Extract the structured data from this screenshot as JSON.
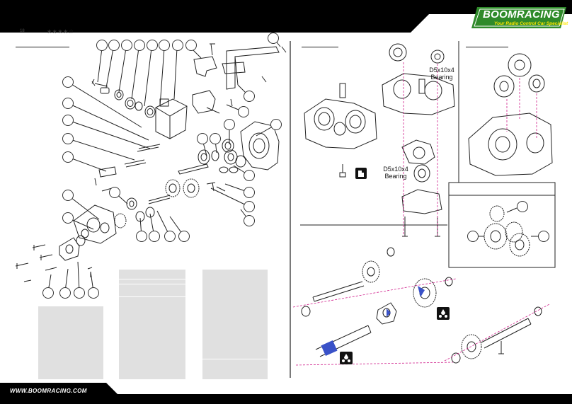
{
  "header": {
    "page_number": "18",
    "difficulty_stars": "★★★★☆"
  },
  "brand": {
    "logo": "BOOMRACING",
    "tagline": "Your Radio Control Car Specialist",
    "accent_color": "#2f8a2a",
    "band_color": "#000000",
    "tagline_color": "#ffe600"
  },
  "labels": {
    "bearing_1": "D5x10x4\nBearing",
    "bearing_2": "D5x10x4\nBearing"
  },
  "footer": {
    "url": "WWW.BOOMRACING.COM"
  },
  "icons": {
    "thread_lock": "thread-lock-icon",
    "grease": "grease-icon"
  }
}
